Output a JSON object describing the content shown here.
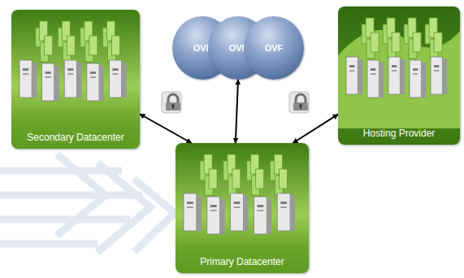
{
  "diagram": {
    "nodes": [
      {
        "text": [
          "Secondary Datacenter"
        ]
      },
      {
        "text": [
          "OVF"
        ]
      },
      {
        "text": [
          "OVF"
        ]
      },
      {
        "text": [
          "OVF"
        ]
      },
      {
        "text": [
          "Hosting Provider"
        ]
      },
      {
        "text": [
          "Primary Datacenter"
        ]
      }
    ],
    "edges": [
      {
        "from": 0,
        "to": 5,
        "arrow": "both"
      },
      {
        "from": 2,
        "to": 5,
        "arrow": "both"
      },
      {
        "from": 4,
        "to": 5,
        "arrow": "both"
      }
    ]
  }
}
